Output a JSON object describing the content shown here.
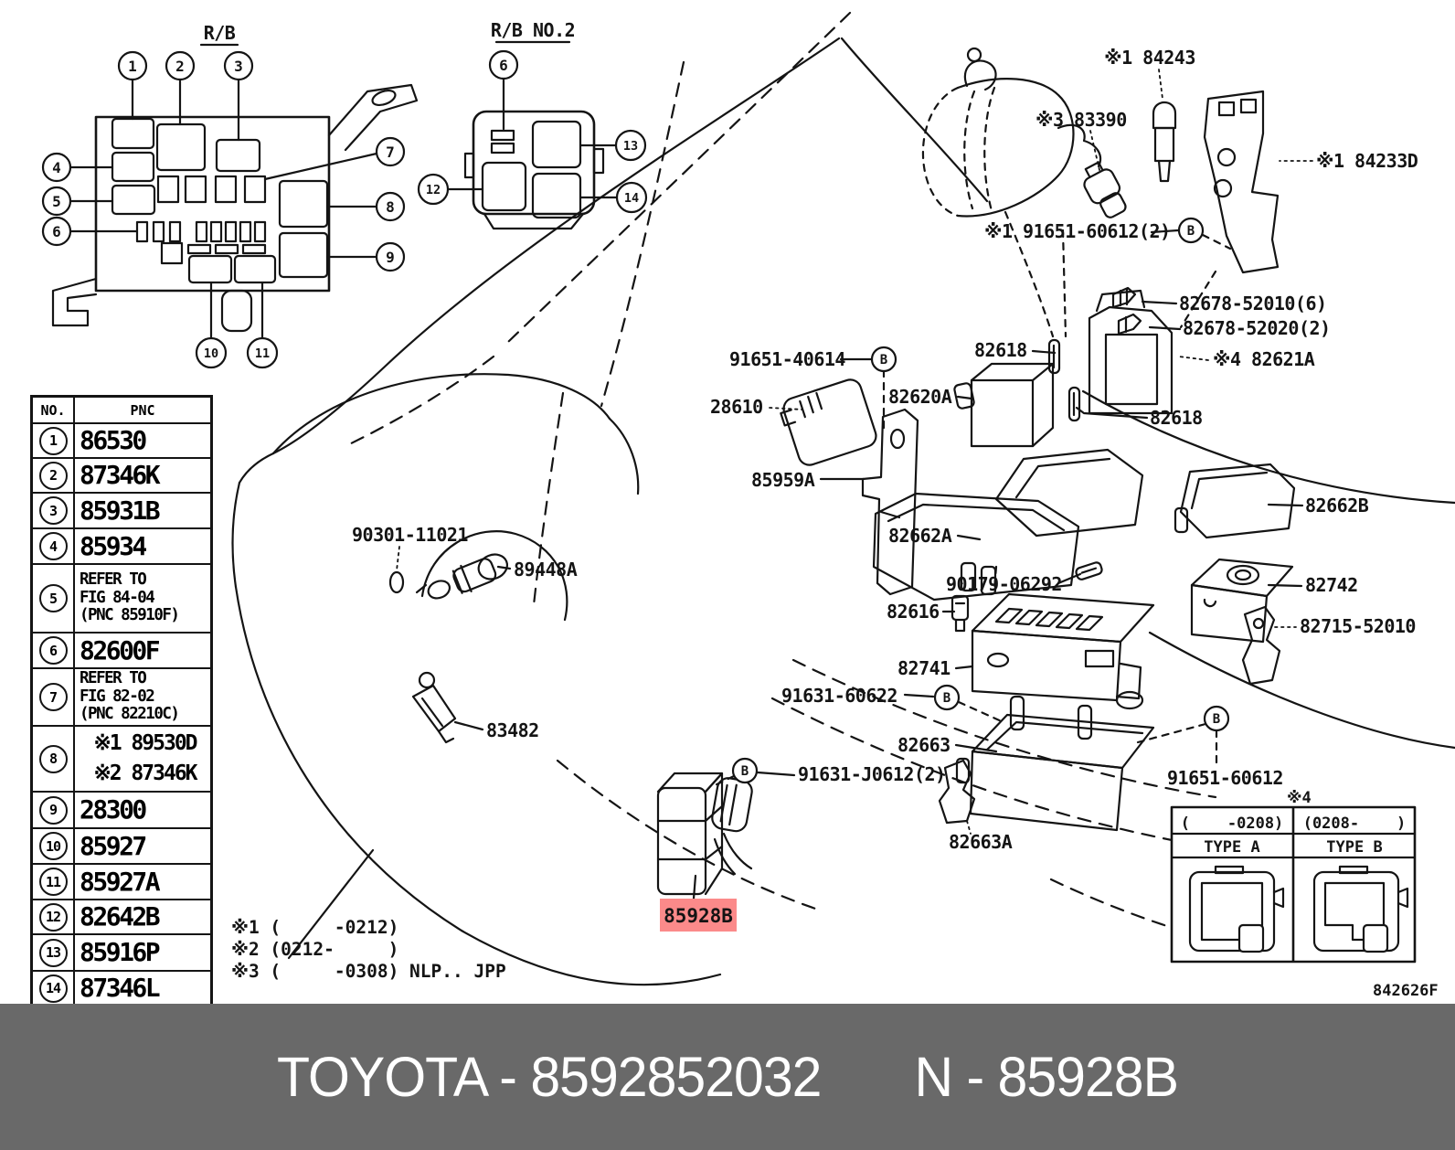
{
  "diagram": {
    "titles": {
      "rb": "R/B",
      "rb2": "R/B NO.2"
    },
    "b_mark": "B",
    "callouts_rb": [
      "1",
      "2",
      "3",
      "4",
      "5",
      "6",
      "7",
      "8",
      "9",
      "10",
      "11"
    ],
    "callouts_rb2": [
      "6",
      "12",
      "13",
      "14"
    ],
    "labels": {
      "p84243": "※1 84243",
      "p83390": "※3 83390",
      "p84233d": "※1 84233D",
      "p91651_60612_2": "※1 91651-60612(2)",
      "p82678_52010": "82678-52010(6)",
      "p82678_52020": "82678-52020(2)",
      "p91651_40614": "91651-40614",
      "p82618_a": "82618",
      "p82618_b": "82618",
      "p28610": "28610",
      "p82620a": "82620A",
      "p82621a": "※4 82621A",
      "p85959a": "85959A",
      "p82662a": "82662A",
      "p82662b": "82662B",
      "p90301_11021": "90301-11021",
      "p89448a": "89448A",
      "p90179_06292": "90179-06292",
      "p82616": "82616",
      "p82742": "82742",
      "p82715_52010": "82715-52010",
      "p82741": "82741",
      "p91631_60622": "91631-60622",
      "p83482": "83482",
      "p82663": "82663",
      "p91631_j0612": "91631-J0612(2)",
      "p82663a": "82663A",
      "p91651_60612": "91651-60612",
      "diagram_ref": "842626F"
    },
    "highlight": {
      "text": "85928B",
      "bg": "#fb8a8a",
      "fg": "#a00000"
    },
    "notes": [
      "※1 (     -0212)",
      "※2 (0212-     )",
      "※3 (     -0308) NLP.. JPP"
    ]
  },
  "parts_table": {
    "headers": {
      "no": "NO.",
      "pnc": "PNC"
    },
    "rows": [
      {
        "no": "1",
        "pnc": "86530"
      },
      {
        "no": "2",
        "pnc": "87346K"
      },
      {
        "no": "3",
        "pnc": "85931B"
      },
      {
        "no": "4",
        "pnc": "85934"
      },
      {
        "no": "5",
        "lines": [
          "REFER TO",
          "FIG 84-04",
          "(PNC 85910F)"
        ]
      },
      {
        "no": "6",
        "pnc": "82600F"
      },
      {
        "no": "7",
        "lines": [
          "REFER TO",
          "FIG 82-02",
          "(PNC 82210C)"
        ]
      },
      {
        "no": "8",
        "lines": [
          "※1 89530D",
          "※2 87346K"
        ]
      },
      {
        "no": "9",
        "pnc": "28300"
      },
      {
        "no": "10",
        "pnc": "85927"
      },
      {
        "no": "11",
        "pnc": "85927A"
      },
      {
        "no": "12",
        "pnc": "82642B"
      },
      {
        "no": "13",
        "pnc": "85916P"
      },
      {
        "no": "14",
        "pnc": "87346L"
      }
    ]
  },
  "type_table": {
    "mark": "※4",
    "ref": "91651-60612",
    "cols": [
      {
        "range": "(    -0208)",
        "type": "TYPE A"
      },
      {
        "range": "(0208-    )",
        "type": "TYPE B"
      }
    ]
  },
  "footer": {
    "left": "TOYOTA - 8592852032",
    "right": "N - 85928B",
    "bg": "#696969"
  }
}
